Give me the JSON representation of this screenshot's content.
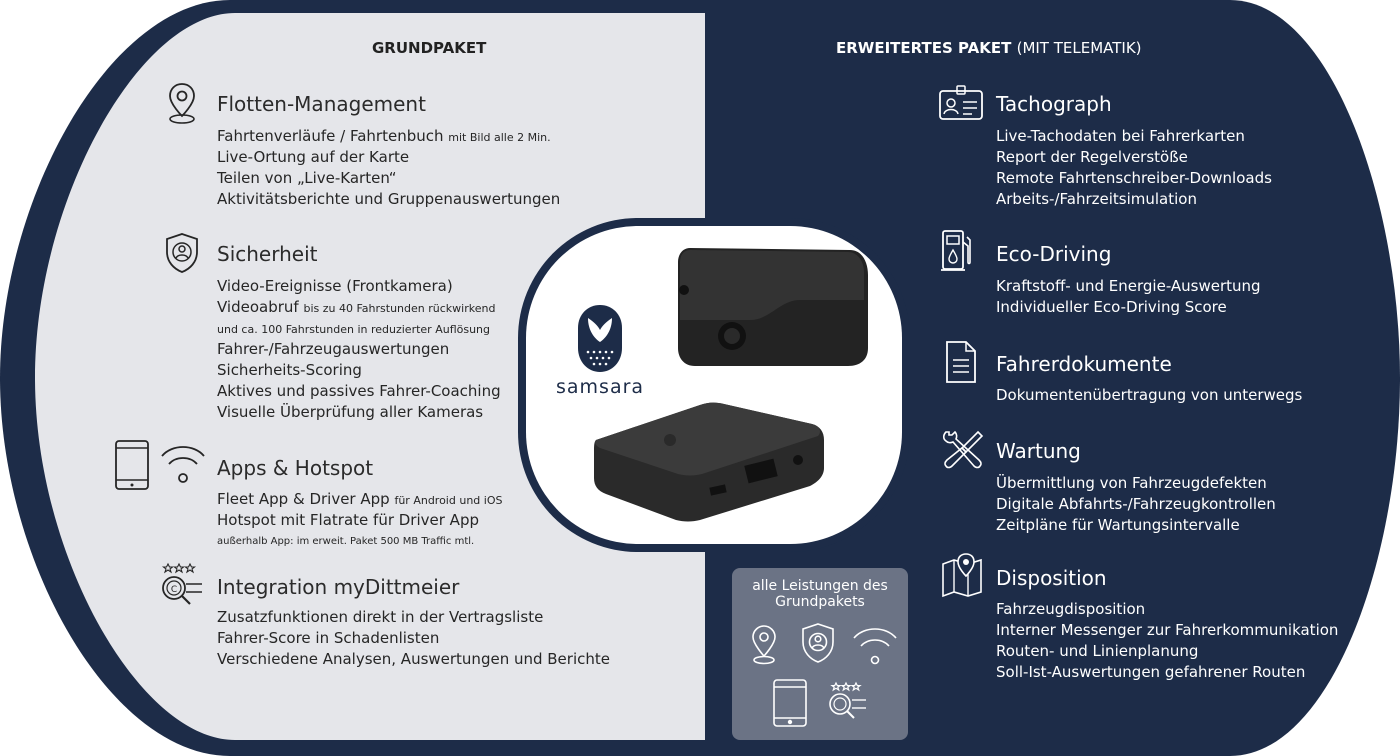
{
  "left_panel": {
    "header": "GRUNDPAKET",
    "sections": [
      {
        "icon": "location-pin-icon",
        "title": "Flotten-Management",
        "lines": [
          {
            "text": "Fahrtenverläufe / Fahrtenbuch",
            "note": "mit Bild alle 2 Min."
          },
          {
            "text": "Live-Ortung auf der Karte"
          },
          {
            "text": "Teilen von „Live-Karten“"
          },
          {
            "text": "Aktivitätsberichte und Gruppenauswertungen"
          }
        ]
      },
      {
        "icon": "shield-user-icon",
        "title": "Sicherheit",
        "lines": [
          {
            "text": "Video-Ereignisse (Frontkamera)"
          },
          {
            "text": "Videoabruf",
            "note": "bis zu 40 Fahrstunden rückwirkend"
          },
          {
            "note": "und ca. 100 Fahrstunden in reduzierter Auflösung"
          },
          {
            "text": "Fahrer-/Fahrzeugauswertungen"
          },
          {
            "text": "Sicherheits-Scoring"
          },
          {
            "text": "Aktives und passives Fahrer-Coaching"
          },
          {
            "text": "Visuelle Überprüfung aller Kameras"
          }
        ]
      },
      {
        "icon": "tablet-wifi-icon",
        "title": "Apps & Hotspot",
        "lines": [
          {
            "text": "Fleet App & Driver App",
            "note": "für Android und iOS"
          },
          {
            "text": "Hotspot mit Flatrate für Driver App"
          },
          {
            "note": "außerhalb App: im erweit. Paket 500 MB Traffic mtl."
          }
        ]
      },
      {
        "icon": "integration-search-icon",
        "title": "Integration myDittmeier",
        "lines": [
          {
            "text": "Zusatzfunktionen direkt in der Vertragsliste"
          },
          {
            "text": "Fahrer-Score in Schadenlisten"
          },
          {
            "text": "Verschiedene Analysen, Auswertungen und Berichte"
          }
        ]
      }
    ]
  },
  "right_panel": {
    "header_bold": "ERWEITERTES PAKET",
    "header_light": "(MIT TELEMATIK)",
    "sections": [
      {
        "icon": "id-card-icon",
        "title": "Tachograph",
        "lines": [
          "Live-Tachodaten bei Fahrerkarten",
          "Report der Regelverstöße",
          "Remote Fahrtenschreiber-Downloads",
          "Arbeits-/Fahrzeitsimulation"
        ]
      },
      {
        "icon": "fuel-pump-icon",
        "title": "Eco-Driving",
        "lines": [
          "Kraftstoff- und Energie-Auswertung",
          "Individueller Eco-Driving Score"
        ]
      },
      {
        "icon": "document-icon",
        "title": "Fahrerdokumente",
        "lines": [
          "Dokumentenübertragung von unterwegs"
        ]
      },
      {
        "icon": "tools-icon",
        "title": "Wartung",
        "lines": [
          "Übermittlung von Fahrzeugdefekten",
          "Digitale Abfahrts-/Fahrzeugkontrollen",
          "Zeitpläne für Wartungsintervalle"
        ]
      },
      {
        "icon": "map-pin-icon",
        "title": "Disposition",
        "lines": [
          "Fahrzeugdisposition",
          "Interner Messenger zur Fahrerkommunikation",
          "Routen- und Linienplanung",
          "Soll-Ist-Auswertungen gefahrener Routen"
        ]
      }
    ],
    "summary_box": {
      "text": "alle Leistungen des Grundpakets"
    }
  },
  "center": {
    "logo_text": "samsara",
    "logo_icon": "owl-logo-icon",
    "images": [
      "dashcam-device",
      "gateway-device"
    ]
  },
  "colors": {
    "navy": "#1d2c48",
    "light_panel": "#e5e6ea",
    "summary_box": "#6b7385",
    "device": "#2b2b2b"
  }
}
